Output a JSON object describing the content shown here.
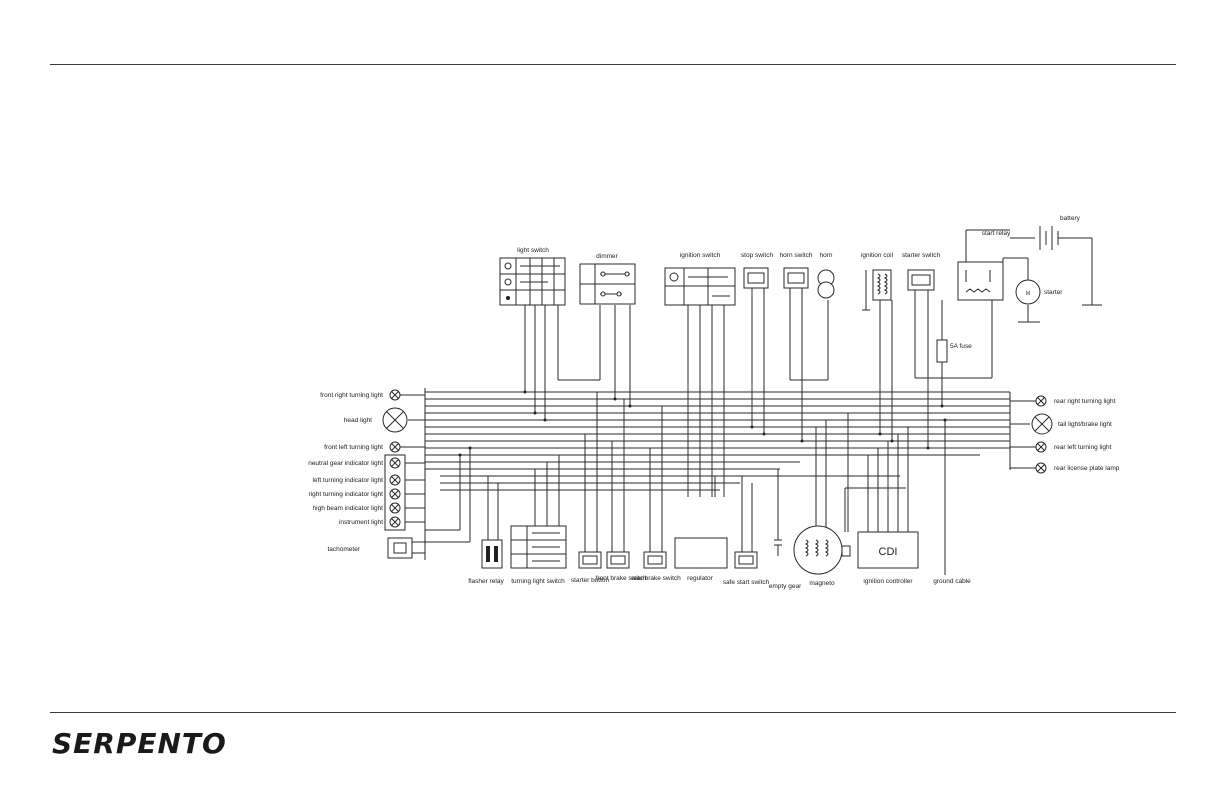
{
  "brand": {
    "logo_text": "SERPENTO"
  },
  "diagram": {
    "top_switches": {
      "light_switch": "light switch",
      "dimmer": "dimmer",
      "ignition_switch": "ignition switch",
      "stop_switch": "stop switch",
      "horn_switch": "horn switch",
      "horn": "horn",
      "ignition_coil": "ignition coil",
      "starter_switch": "starter switch",
      "starter_relay_label": "start relay",
      "battery": "battery",
      "starter": "starter",
      "fuse": "5A fuse"
    },
    "left_components": [
      "front right turning light",
      "head light",
      "front left turning light",
      "neutral gear indicator light",
      "left turning indicator light",
      "right turning indicator light",
      "high beam indicator light",
      "instrument light",
      "tachometer"
    ],
    "right_components": [
      "rear right turning light",
      "tail light/brake light",
      "rear left turning light",
      "rear license plate lamp"
    ],
    "bottom_components": {
      "flasher_relay": "flasher relay",
      "turning_light_switch": "turning light switch",
      "starter_button": "starter button",
      "front_brake_switch": "front brake switch",
      "rear_brake_switch": "rear brake switch",
      "regulator": "regulator",
      "safe_start_switch": "safe start switch",
      "neutral_gear": "empty gear",
      "magneto": "magneto",
      "ignition_controller": "ignition controller",
      "cdi_text": "CDI",
      "ground_cable": "ground cable"
    }
  }
}
